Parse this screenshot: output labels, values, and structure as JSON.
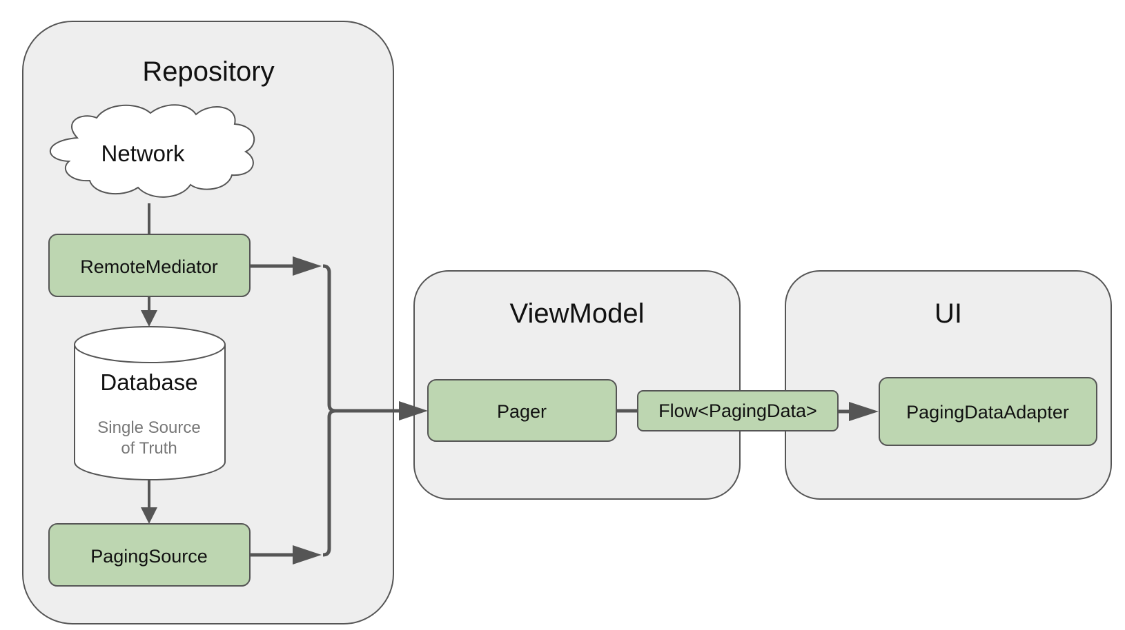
{
  "repository": {
    "title": "Repository",
    "network": "Network",
    "remote_mediator": "RemoteMediator",
    "database": {
      "title": "Database",
      "subtitle_line1": "Single Source",
      "subtitle_line2": "of Truth"
    },
    "paging_source": "PagingSource"
  },
  "viewmodel": {
    "title": "ViewModel",
    "pager": "Pager"
  },
  "flow": "Flow<PagingData>",
  "ui": {
    "title": "UI",
    "adapter": "PagingDataAdapter"
  },
  "colors": {
    "panel_fill": "#eeeeee",
    "node_fill": "#bdd6b1",
    "stroke": "#555555",
    "subtitle_text": "#777777"
  }
}
